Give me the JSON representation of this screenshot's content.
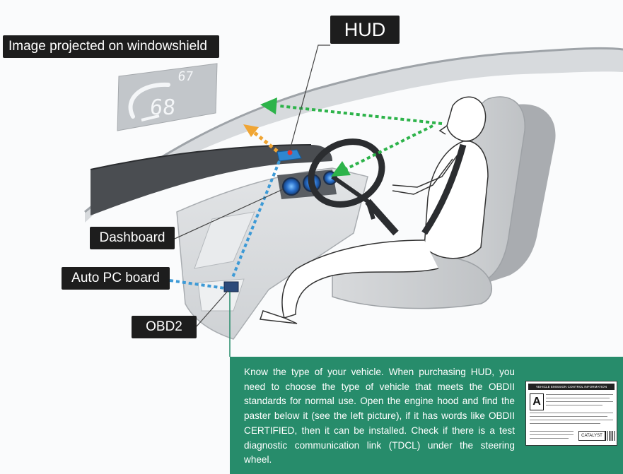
{
  "labels": {
    "image_projected": "Image projected on windowshield",
    "hud": "HUD",
    "dashboard": "Dashboard",
    "auto_pc_board": "Auto PC board",
    "obd2": "OBD2"
  },
  "hud_display": {
    "top_readout": "67",
    "main_readout": "68"
  },
  "info": {
    "text": "Know the type of your vehicle. When purchasing HUD, you need to choose the type of vehicle that meets the OBDII standards for normal use. Open the engine hood and find the paster below it (see the left picture), if it has words like OBDII CERTIFIED, then it can be installed. Check if there is a test diagnostic communication link (TDCL) under the steering wheel."
  },
  "sticker": {
    "title": "VEHICLE EMISSION CONTROL INFORMATION",
    "grade": "A",
    "catalyst": "CATALYST"
  },
  "colors": {
    "label_bg": "#1d1d1d",
    "panel_green": "#278c6b",
    "arrow_green": "#2db34a",
    "arrow_orange": "#f0a533",
    "cable_blue": "#3d9ad6",
    "hud_device": "#2f86d1"
  }
}
